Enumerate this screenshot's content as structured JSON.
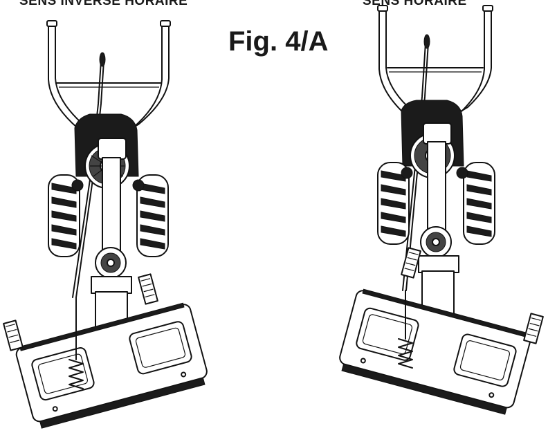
{
  "figure": {
    "label": "Fig. 4/A",
    "left_caption": "SENS INVERSE HORAIRE",
    "right_caption": "SENS HORAIRE"
  }
}
